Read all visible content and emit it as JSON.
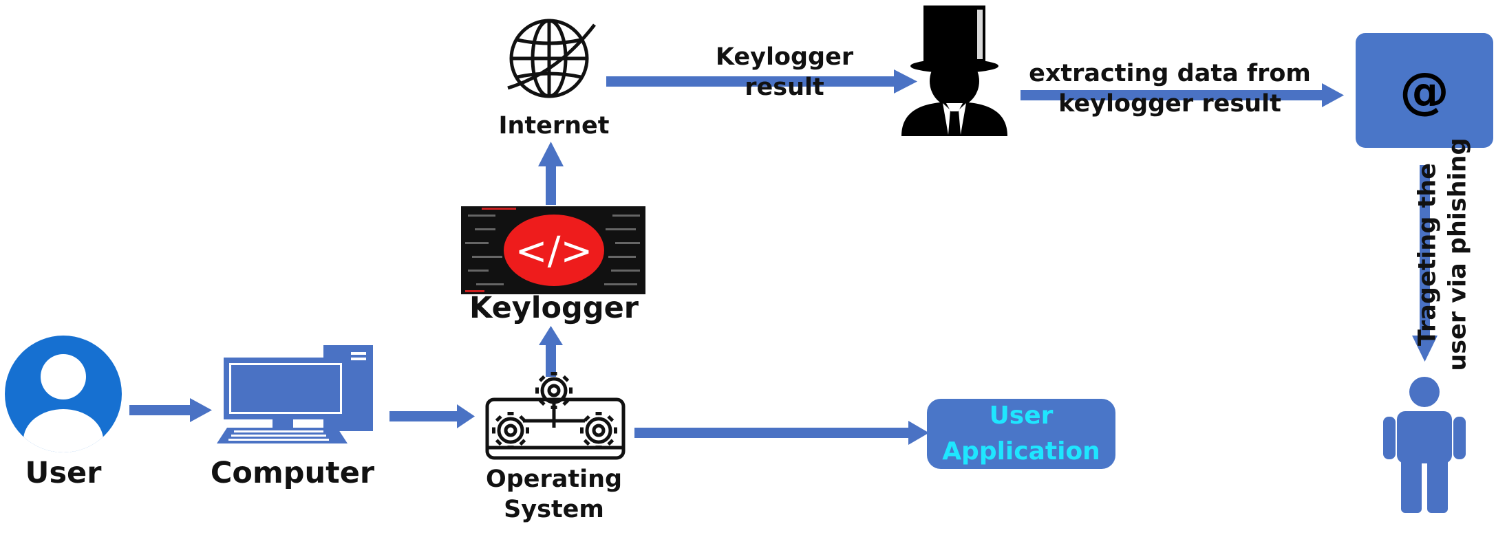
{
  "nodes": {
    "user": {
      "label": "User",
      "icon": "user-circle-icon"
    },
    "computer": {
      "label": "Computer",
      "icon": "desktop-computer-icon"
    },
    "os": {
      "label_line1": "Operating",
      "label_line2": "System",
      "icon": "gears-icon"
    },
    "keylogger": {
      "label": "Keylogger",
      "icon": "code-tag-icon",
      "code_glyph": "</>"
    },
    "internet": {
      "label": "Internet",
      "icon": "globe-icon"
    },
    "attacker": {
      "icon": "hacker-top-hat-icon"
    },
    "email": {
      "symbol": "@",
      "icon": "email-at-icon"
    },
    "user_application": {
      "line1": "User",
      "line2": "Application"
    },
    "victim": {
      "icon": "person-icon"
    }
  },
  "edges": {
    "keylogger_result": {
      "line1": "Keylogger",
      "line2": "result"
    },
    "extracting": {
      "line1": "extracting data from",
      "line2": "keylogger result"
    },
    "targeting": {
      "line1": "Trageting the",
      "line2": "user via phishing"
    }
  },
  "colors": {
    "arrow": "#4a72c4",
    "box": "#4a76c8",
    "app_text": "#1fe6ff",
    "user_icon": "#1670d1",
    "keylogger_red": "#ee1c1c",
    "keylogger_bg": "#111111"
  }
}
